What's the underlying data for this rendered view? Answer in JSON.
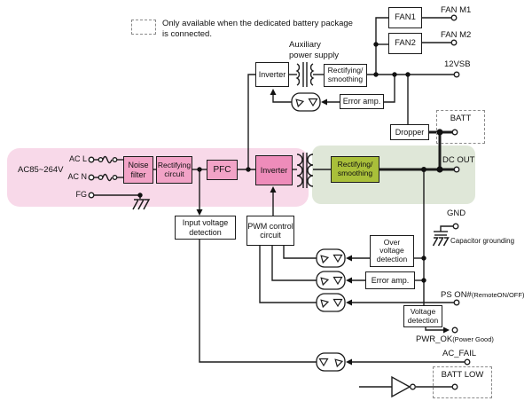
{
  "colors": {
    "pink_region": "#f8d9e9",
    "green_region": "#dfe7d8",
    "pink_box": "#f2a3c7",
    "pink_box_dark": "#ee8cba",
    "green_box": "#a9bf3a",
    "wire": "#1c1c1c"
  },
  "note": {
    "text": "Only available when the dedicated battery package\nis connected."
  },
  "aux_label": "Auxiliary\npower supply",
  "blocks": {
    "fan1": "FAN1",
    "fan2": "FAN2",
    "aux_inverter": "Inverter",
    "aux_rectify": "Rectifying/\nsmoothing",
    "aux_error_amp": "Error amp.",
    "dropper": "Dropper",
    "noise_filter": "Noise\nfilter",
    "rectifying_circuit": "Rectifying\ncircuit",
    "pfc": "PFC",
    "main_inverter": "Inverter",
    "main_rectify": "Rectifying/\nsmoothing",
    "input_voltage_detection": "Input voltage\ndetection",
    "pwm": "PWM control\ncircuit",
    "over_voltage_detection": "Over\nvoltage\ndetection",
    "error_amp2": "Error amp.",
    "voltage_detection": "Voltage\ndetection"
  },
  "terminals": {
    "fan_m1": "FAN  M1",
    "fan_m2": "FAN  M2",
    "vsb": "12VSB",
    "batt": "BATT",
    "dc_out": "DC OUT",
    "gnd": "GND",
    "cap_grounding": "Capacitor grounding",
    "ps_on_main": "PS  ON#",
    "ps_on_sub": "(RemoteON/OFF)",
    "pwr_ok_main": "PWR_OK",
    "pwr_ok_sub": "(Power Good)",
    "ac_fail": "AC_FAIL",
    "batt_low": "BATT LOW",
    "ac_range": "AC85~264V",
    "ac_l": "AC L",
    "ac_n": "AC N",
    "fg": "FG"
  }
}
